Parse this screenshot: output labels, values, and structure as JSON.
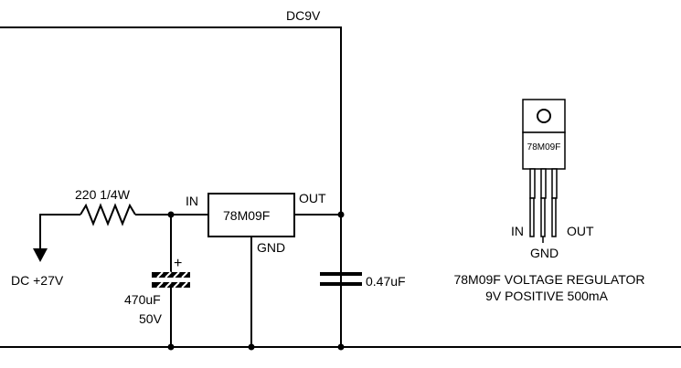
{
  "labels": {
    "supply_rail": "DC9V",
    "resistor": "220 1/4W",
    "in_pin": "IN",
    "out_pin": "OUT",
    "regulator": "78M09F",
    "gnd_pin": "GND",
    "input_source": "DC +27V",
    "cap_polarity": "+",
    "cap_value": "470uF",
    "cap_voltage": "50V",
    "cap_small": "0.47uF"
  },
  "package": {
    "marking": "78M09F",
    "in": "IN",
    "gnd": "GND",
    "out": "OUT",
    "title": "78M09F VOLTAGE REGULATOR",
    "subtitle": "9V POSITIVE 500mA"
  }
}
